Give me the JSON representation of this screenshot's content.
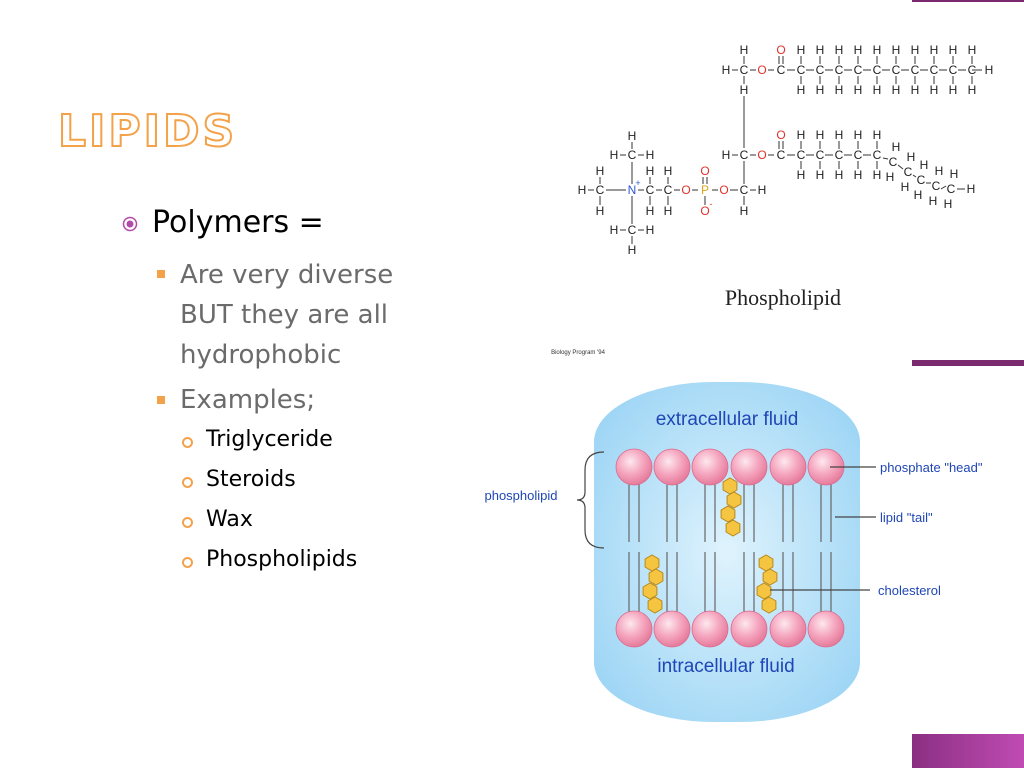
{
  "slide": {
    "title": "LIPIDS",
    "bullets": {
      "level1": "Polymers =",
      "level2": [
        {
          "lines": [
            "Are very diverse",
            "BUT they are all",
            "hydrophobic"
          ]
        },
        {
          "lines": [
            "Examples;"
          ]
        }
      ],
      "examples": [
        "Triglyceride",
        "Steroids",
        "Wax",
        "Phospholipids"
      ]
    }
  },
  "phospholipid_figure": {
    "caption": "Phospholipid",
    "credit": "Biology Program '94",
    "atoms": {
      "H": "H",
      "C": "C",
      "O": "O",
      "N": "N",
      "P": "P",
      "plus": "+",
      "minus": "-"
    }
  },
  "membrane_figure": {
    "top_label": "extracellular fluid",
    "bottom_label": "intracellular fluid",
    "left_label": "phospholipid",
    "right_labels": [
      "phosphate \"head\"",
      "lipid \"tail\"",
      "cholesterol"
    ]
  },
  "colors": {
    "accent": "#7a2b6f",
    "title_outline": "#f3a24a",
    "bullet_orange": "#f3a24a",
    "head_pink": "#f6a3bd",
    "fluid_blue": "#bfe6fb",
    "label_blue": "#1f46b5",
    "cholesterol": "#f5c542"
  }
}
